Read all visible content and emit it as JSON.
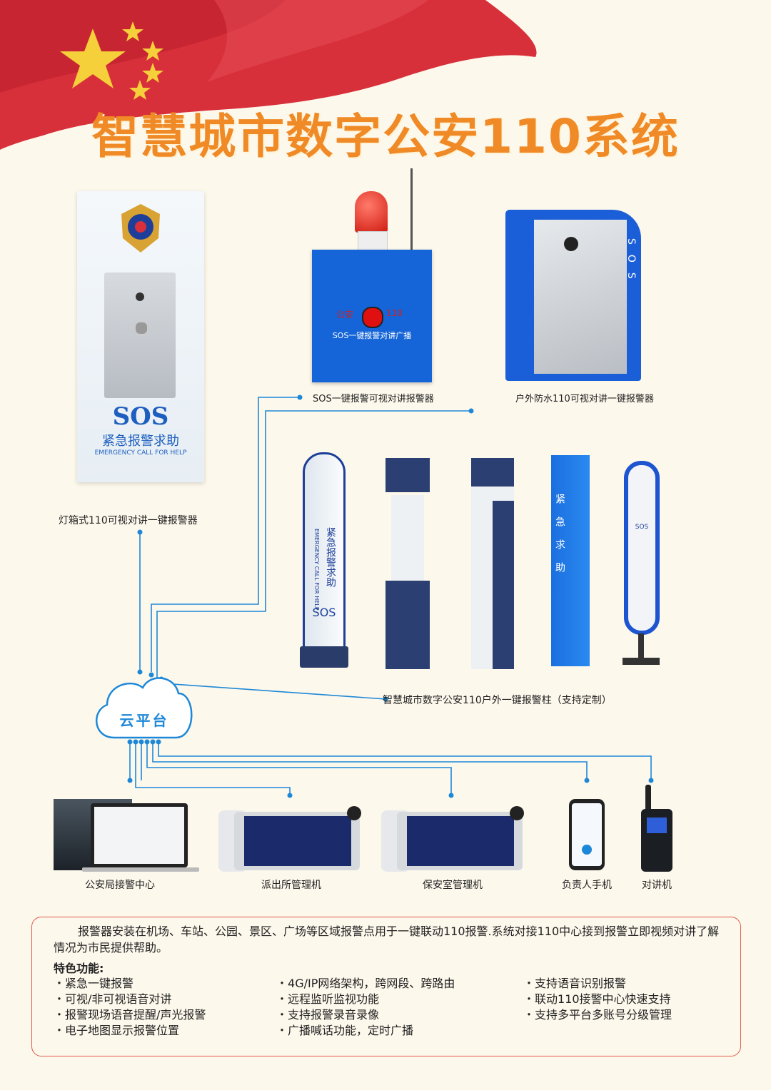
{
  "title": "智慧城市数字公安110系统",
  "colors": {
    "accent": "#f08a26",
    "flag_red": "#d8303a",
    "line_blue": "#1e88d8",
    "device_blue": "#1565d8",
    "box_border": "#e05a4a"
  },
  "devices": {
    "lightbox": {
      "label": "灯箱式110可视对讲一键报警器",
      "sos": "SOS",
      "cn": "紧急报警求助",
      "en": "EMERGENCY CALL FOR HELP"
    },
    "broadcast": {
      "label": "SOS一键报警可视对讲报警器",
      "panel_text": "SOS一键报警对讲广播",
      "panel_left": "公安",
      "panel_right": "110"
    },
    "outdoor": {
      "label": "户外防水110可视对讲一键报警器",
      "side_text": "SOS"
    },
    "columns": {
      "label": "智慧城市数字公安110户外一键报警柱（支持定制）",
      "col1_cn": "紧急报警求助",
      "col1_en": "EMERGENCY CALL FOR HELP",
      "col1_sos": "SOS",
      "col4_cn": "紧急求助",
      "col5_sos": "SOS"
    }
  },
  "cloud": {
    "label": "云平台"
  },
  "bottom_devices": [
    {
      "label": "公安局接警中心"
    },
    {
      "label": "派出所管理机"
    },
    {
      "label": "保安室管理机"
    },
    {
      "label": "负责人手机"
    },
    {
      "label": "对讲机"
    }
  ],
  "info": {
    "intro": "报警器安装在机场、车站、公园、景区、广场等区域报警点用于一键联动110报警.系统对接110中心接到报警立即视频对讲了解情况为市民提供帮助。",
    "features_title": "特色功能:",
    "features_col1": [
      "紧急一键报警",
      "可视/非可视语音对讲",
      "报警现场语音提醒/声光报警",
      "电子地图显示报警位置"
    ],
    "features_col2": [
      "4G/IP网络架构，跨网段、跨路由",
      "远程监听监视功能",
      "支持报警录音录像",
      "广播喊话功能，定时广播"
    ],
    "features_col3": [
      "支持语音识别报警",
      "联动110接警中心快速支持",
      "支持多平台多账号分级管理"
    ]
  }
}
